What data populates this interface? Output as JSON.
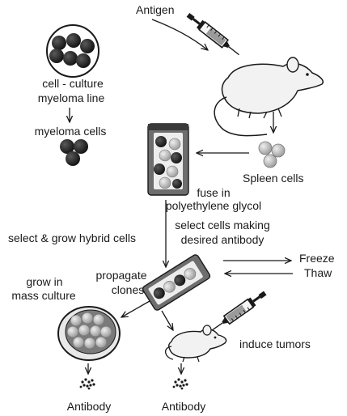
{
  "labels": {
    "antigen": "Antigen",
    "culture_line1": "cell - culture",
    "culture_line2": "myeloma line",
    "myeloma_cells": "myeloma cells",
    "spleen_cells": "Spleen cells",
    "fuse_line1": "fuse in",
    "fuse_line2": "polyethylene glycol",
    "select_making_line1": "select cells making",
    "select_making_line2": "desired antibody",
    "select_grow": "select & grow hybrid cells",
    "freeze": "Freeze",
    "thaw": "Thaw",
    "grow_line1": "grow in",
    "grow_line2": "mass culture",
    "propagate_line1": "propagate",
    "propagate_line2": "clones",
    "induce_tumors": "induce tumors",
    "antibody_left": "Antibody",
    "antibody_right": "Antibody"
  },
  "colors": {
    "ink": "#1a1a1a",
    "dark_cell": "#1e1e1e",
    "gray_cell": "#b9b9b9",
    "light_cell": "#d6d6d6",
    "mouse_fill": "#f2f2f2",
    "vessel_fill": "#6e6e6e"
  },
  "icons": [
    "syringe-icon",
    "mouse-icon",
    "culture-dish-icon",
    "cell-vessel-icon",
    "cell-icon",
    "antibody-particles-icon"
  ]
}
